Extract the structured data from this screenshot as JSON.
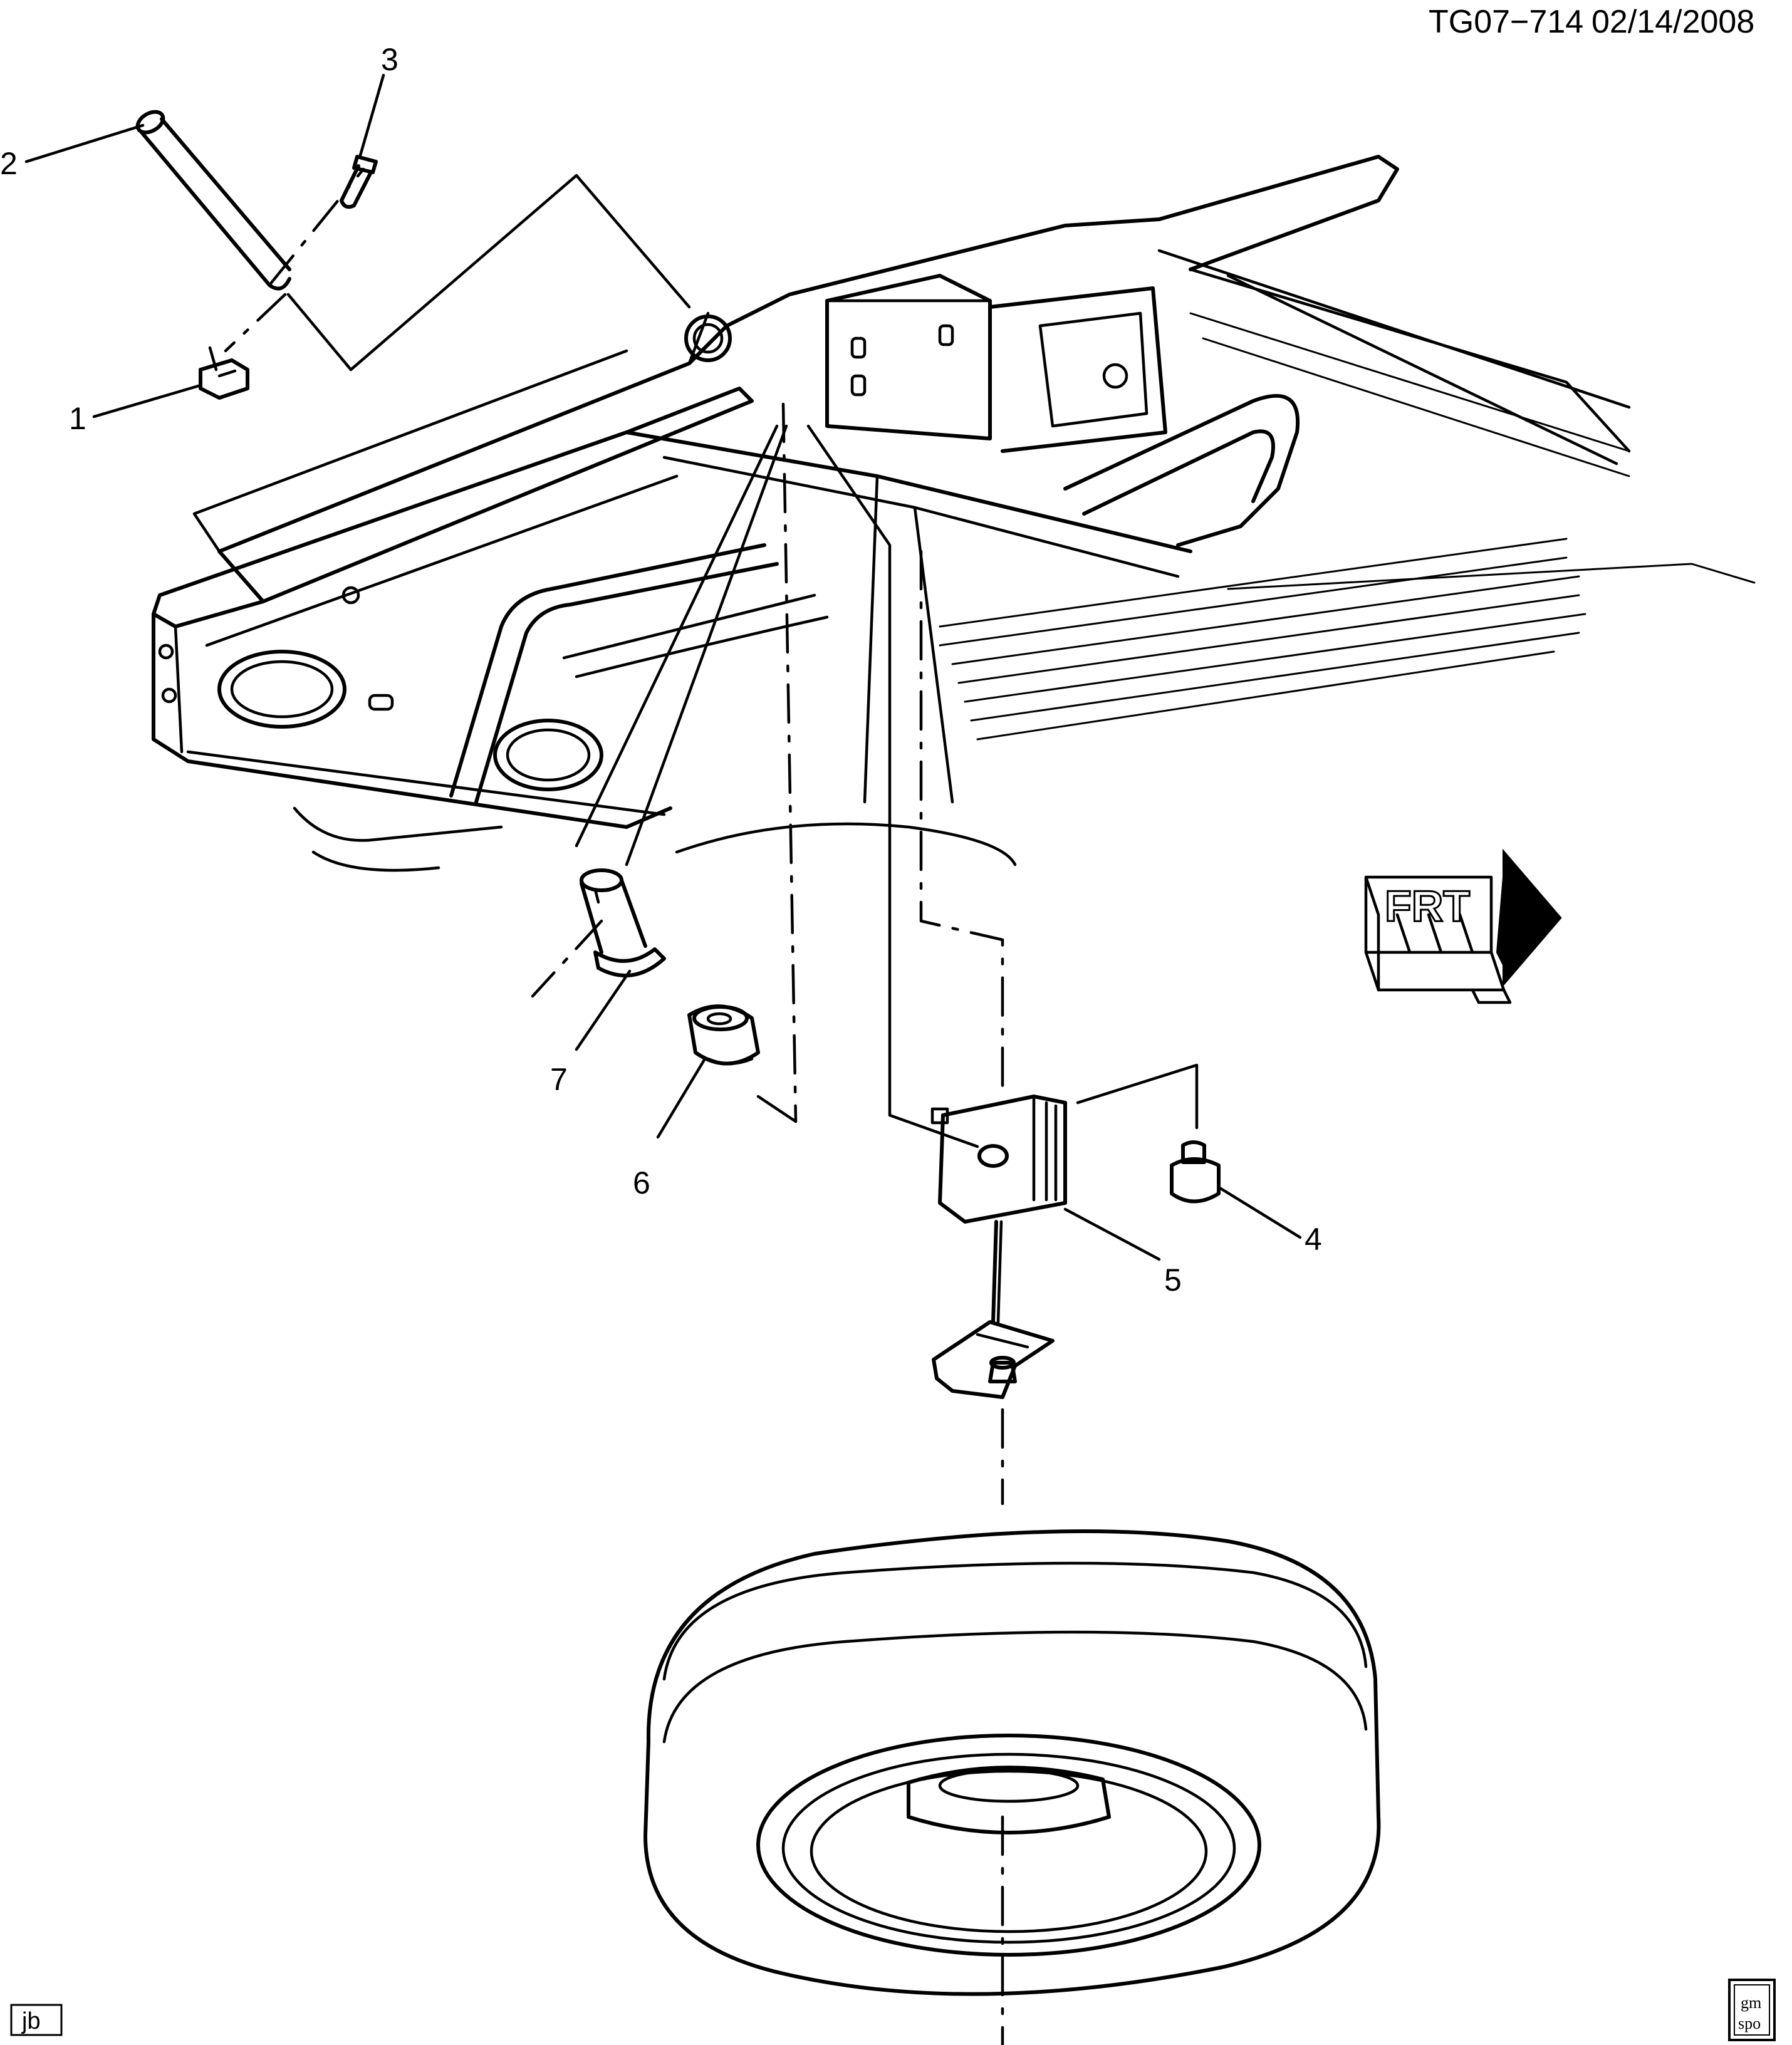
{
  "header": {
    "illustration_id": "TG07−714",
    "date": "02/14/2008"
  },
  "direction_indicator": {
    "label": "FRT"
  },
  "callouts": [
    "1",
    "2",
    "3",
    "4",
    "5",
    "6",
    "7"
  ],
  "footer": {
    "artist_initials": "jb",
    "logo_line1": "gm",
    "logo_line2": "spo"
  }
}
